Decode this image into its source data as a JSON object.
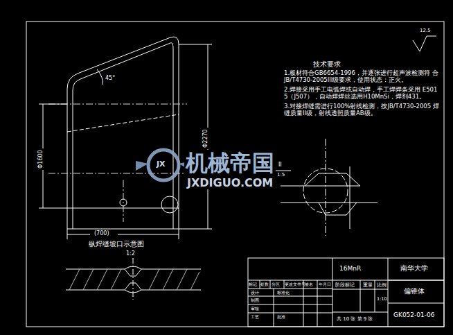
{
  "diagram": {
    "labels": [
      "技术要求",
      "1.板材符合GB6654-1996，并逐张进行超声波检测符 合JB/T4730-2005III级要求，使用状态：正火。",
      "2.焊接采用手工电弧焊或自动焊，手工焊焊条采用 E5015（J507），自动焊焊丝选用H10MnSi，焊剂431。",
      "3.对接焊缝需进行100%射线检测，按JB/T4730-2005 焊缝质量II级，射线透照质量AB级。",
      "12.5",
      "45°",
      "Φ1600",
      "Φ2270",
      "(700)",
      "II",
      "1:5",
      "纵焊缝坡口示意图",
      "1:2",
      "机械帝国",
      "JXDIGUO.COM",
      "JX",
      "16MnR",
      "南华大学",
      "偏锥体",
      "GK052-01-06",
      "标记",
      "处数",
      "分区",
      "更改文件号",
      "签名",
      "年月日",
      "设计",
      "标准化",
      "制图",
      "审核",
      "工艺",
      "批准",
      "阶段标记",
      "重量",
      "比例",
      "1:10",
      "共 10 张 第 9 张"
    ]
  }
}
